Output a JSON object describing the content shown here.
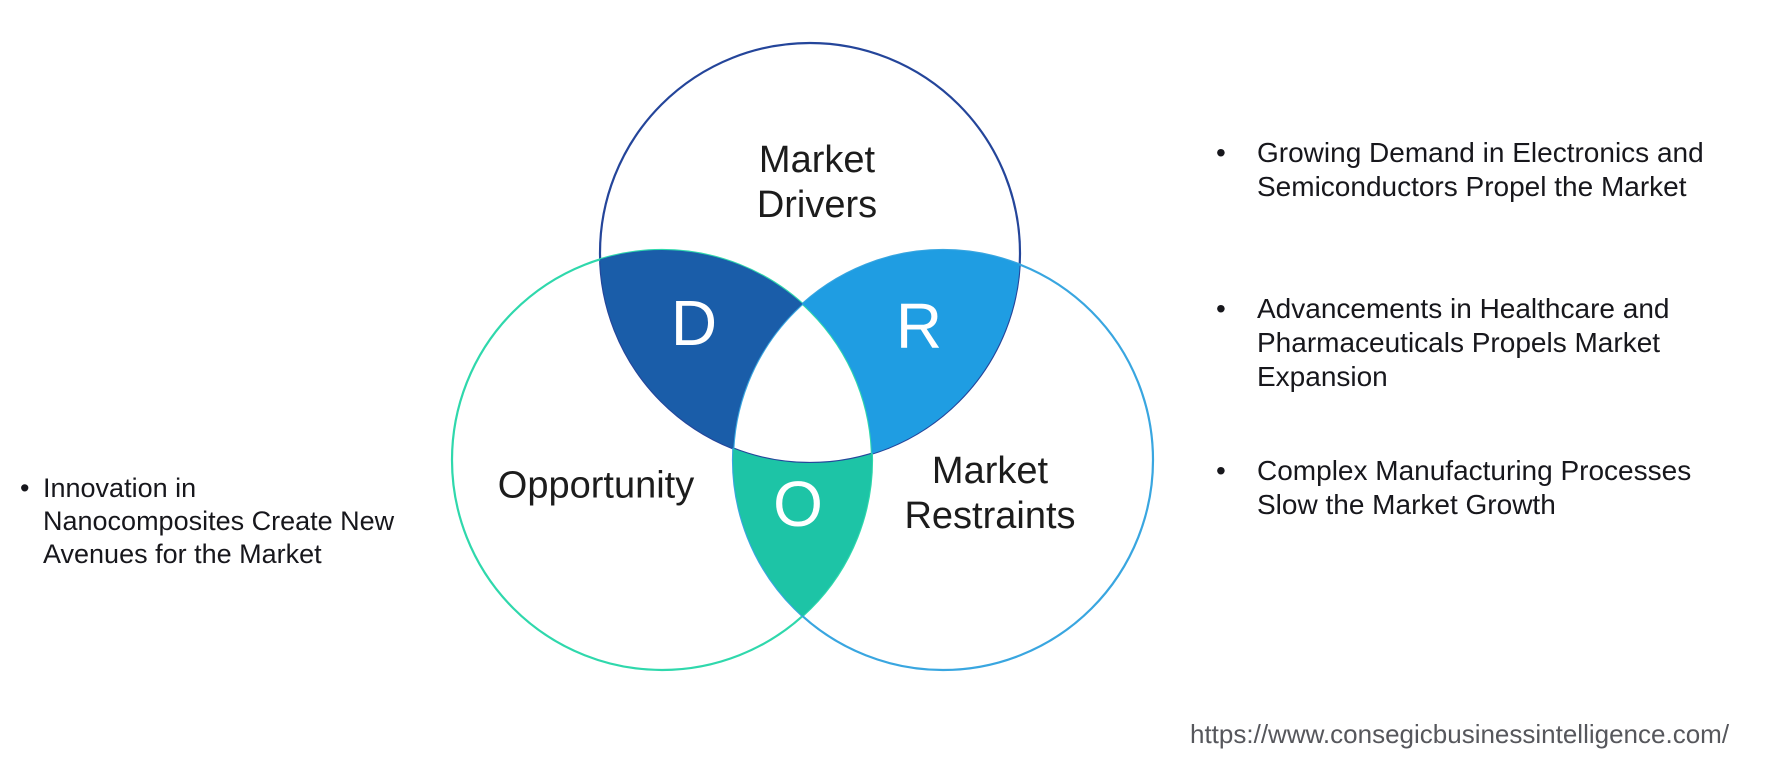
{
  "venn": {
    "circles": [
      {
        "id": "drivers",
        "label_lines": [
          "Market",
          "Drivers"
        ],
        "stroke": "#24459a"
      },
      {
        "id": "opportunity",
        "label_lines": [
          "Opportunity"
        ],
        "stroke": "#2fd8ac"
      },
      {
        "id": "restraints",
        "label_lines": [
          "Market",
          "Restraints"
        ],
        "stroke": "#39a6e0"
      }
    ],
    "regions": [
      {
        "id": "drivers-overlap",
        "letter": "D",
        "fill": "#1a5da9"
      },
      {
        "id": "restraints-overlap",
        "letter": "R",
        "fill": "#1f9de2"
      },
      {
        "id": "opportunity-overlap",
        "letter": "O",
        "fill": "#1dc4a6"
      }
    ]
  },
  "left_note": {
    "bullet": "•",
    "lines": [
      "Innovation in",
      "Nanocomposites Create New",
      "Avenues for the Market"
    ]
  },
  "right_notes": [
    {
      "bullet": "•",
      "lines": [
        "Growing Demand in Electronics and",
        "Semiconductors Propel the Market"
      ]
    },
    {
      "bullet": "•",
      "lines": [
        "Advancements in Healthcare and",
        "Pharmaceuticals Propels Market",
        "Expansion"
      ]
    },
    {
      "bullet": "•",
      "lines": [
        "Complex Manufacturing Processes",
        "Slow the Market Growth"
      ]
    }
  ],
  "footer": {
    "url": "https://www.consegicbusinessintelligence.com/"
  },
  "colors": {
    "background": "#ffffff",
    "body_text": "#17171c",
    "label_text": "#1c1c1c",
    "url_text": "#56575c",
    "region_letter": "#ffffff"
  }
}
